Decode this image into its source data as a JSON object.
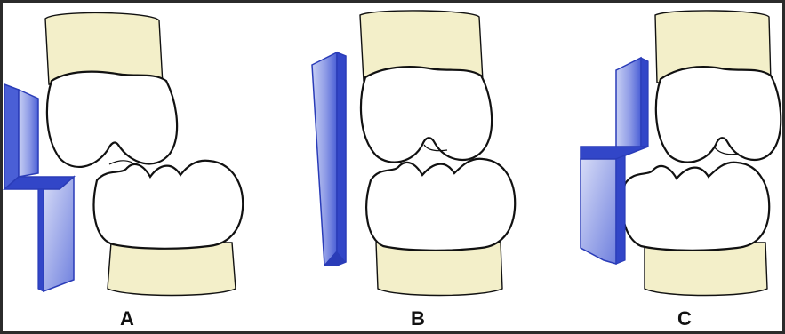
{
  "panels": [
    {
      "id": "a",
      "label": "A"
    },
    {
      "id": "b",
      "label": "B"
    },
    {
      "id": "c",
      "label": "C"
    }
  ],
  "colors": {
    "background_frame": "#2b2b2b",
    "panel": "#ffffff",
    "bone": "#f3efc9",
    "tooth_outline": "#111111",
    "plate_front": "#4a5fd6",
    "plate_light": "#c8d0f4",
    "plate_edge": "#2a3cb8"
  },
  "icons": [
    "crown-upper",
    "crown-lower",
    "interproximal-plate"
  ]
}
